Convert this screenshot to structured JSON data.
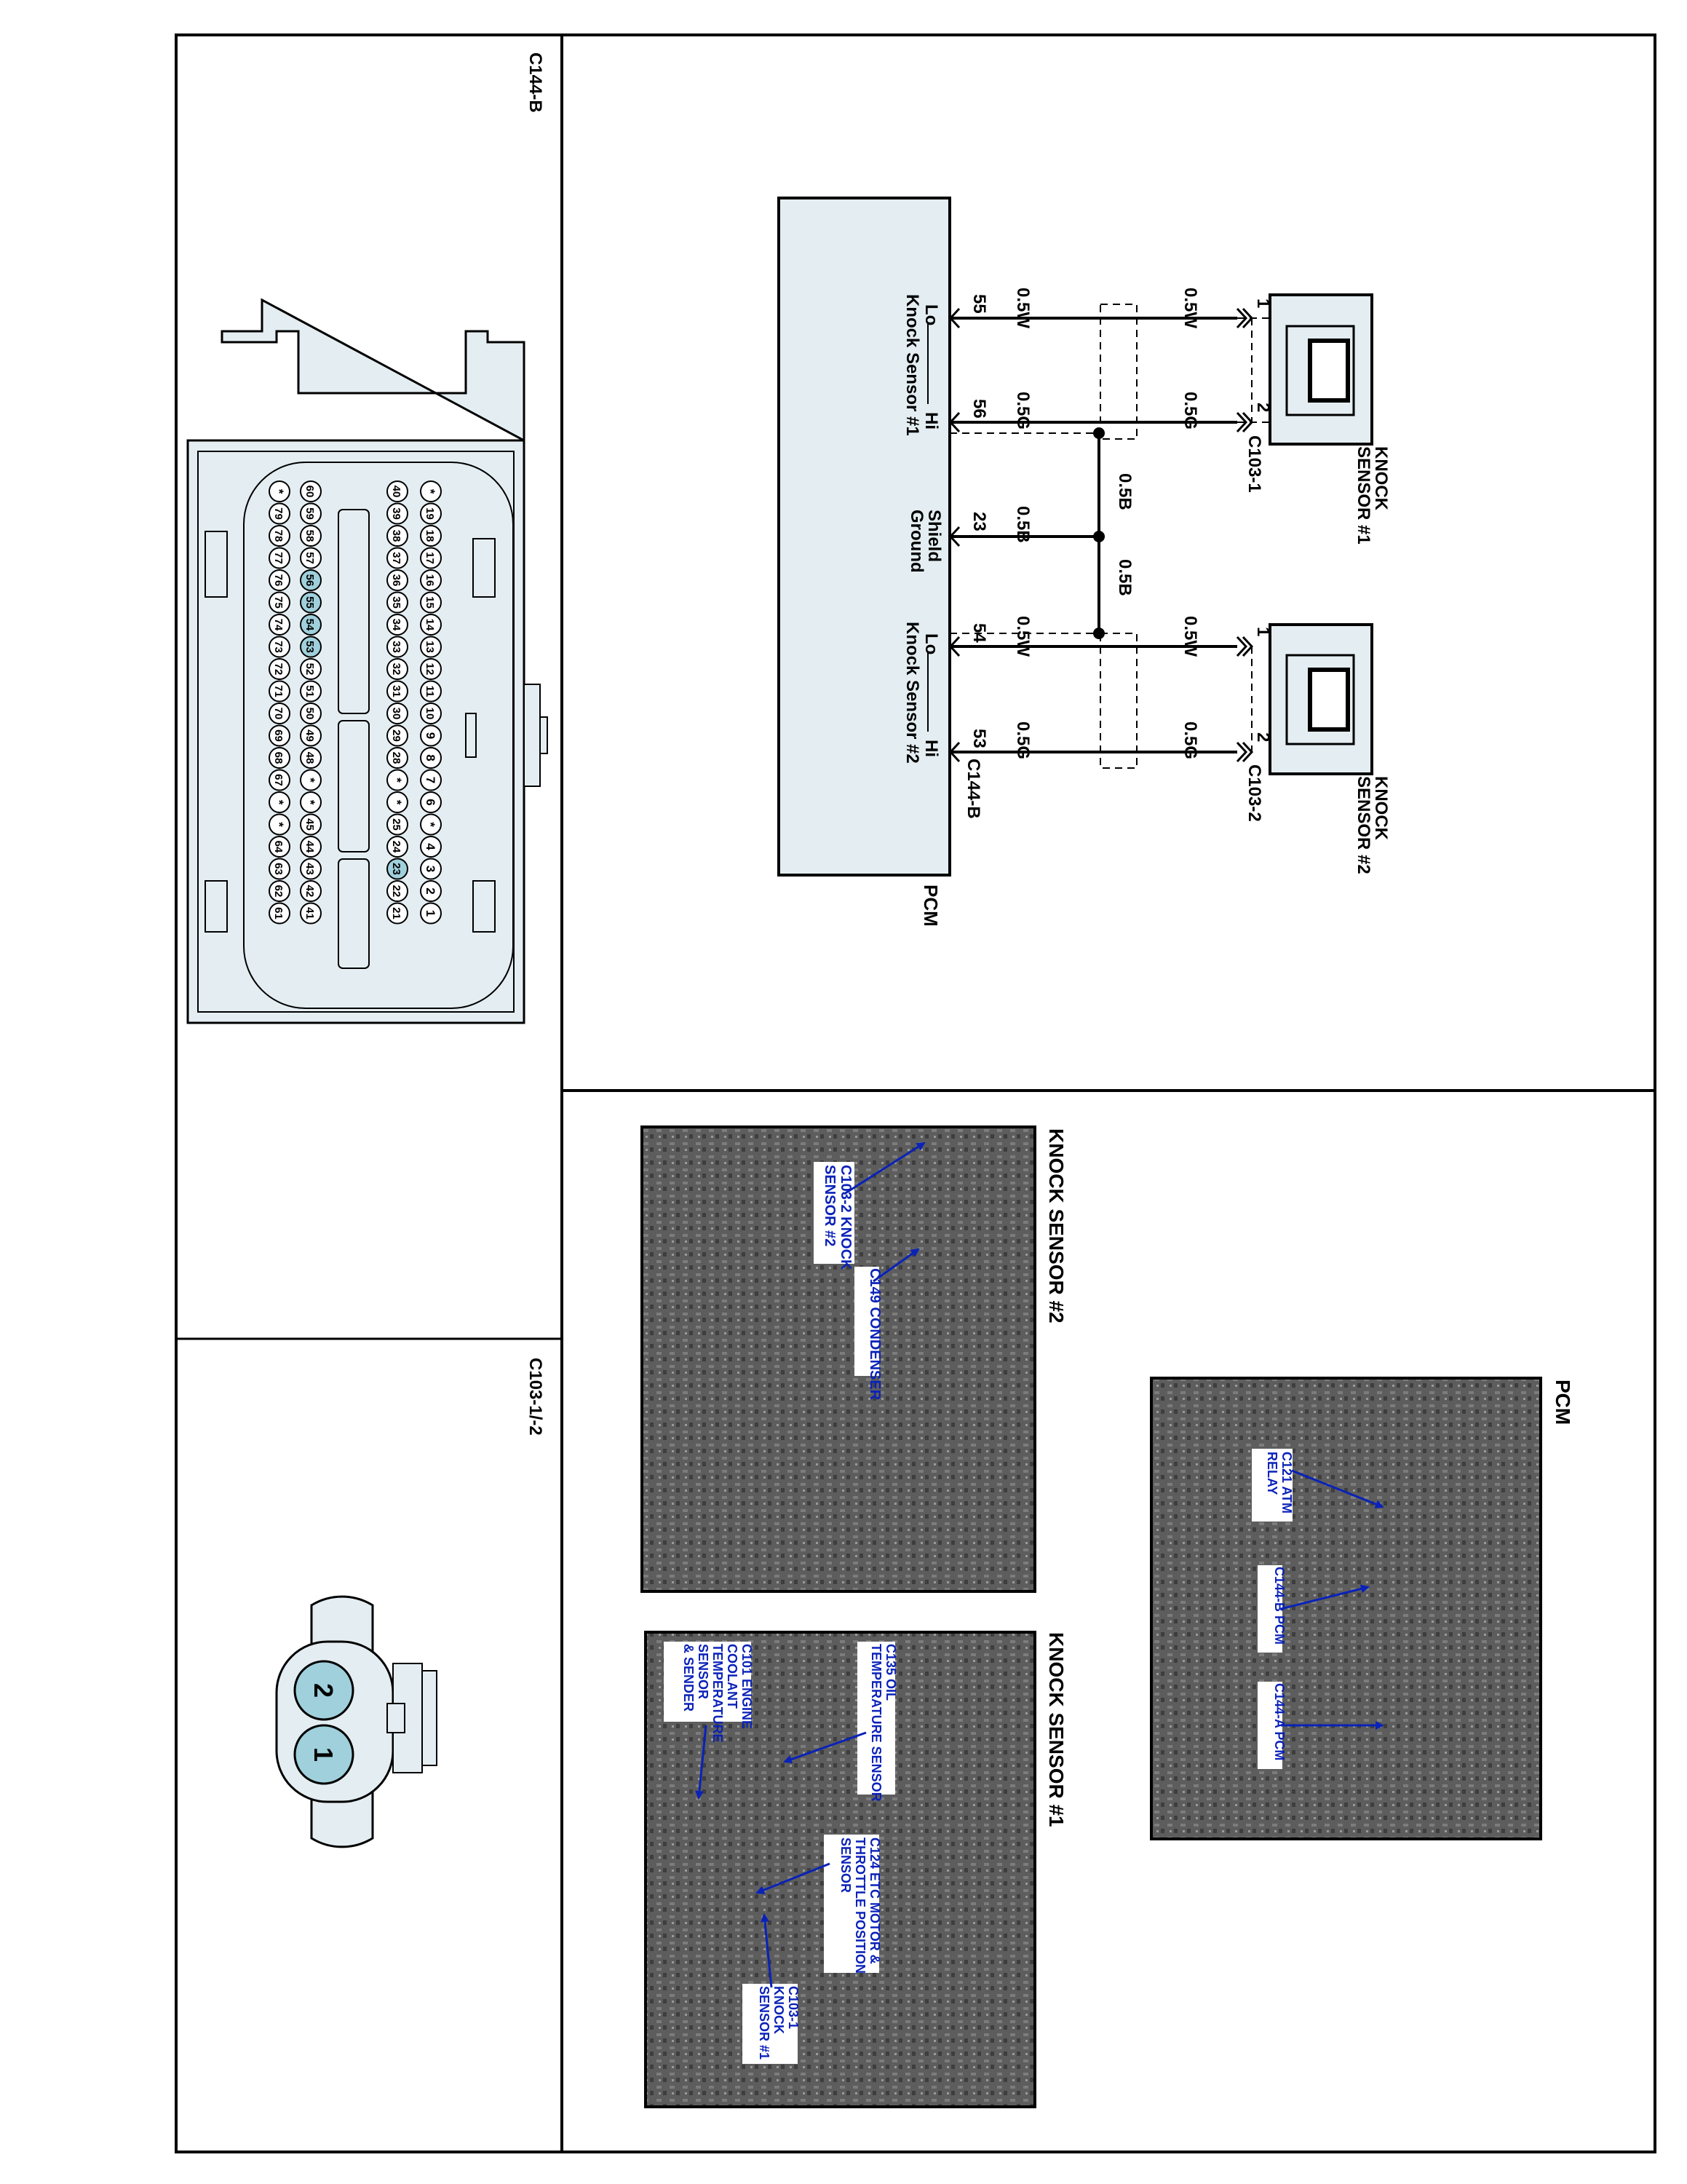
{
  "colors": {
    "accent": "#0a22b8",
    "connector_fill": "#e4eef2",
    "pin_highlight": "#9fd0dc",
    "photo_bg": "#6a6a6a"
  },
  "connectors": {
    "c144b": {
      "title": "C144-B",
      "row1": [
        "*",
        "19",
        "18",
        "17",
        "16",
        "15",
        "14",
        "13",
        "12",
        "11",
        "10",
        "9",
        "8",
        "7",
        "6",
        "*",
        "4",
        "3",
        "2",
        "1"
      ],
      "row2": [
        "40",
        "39",
        "38",
        "37",
        "36",
        "35",
        "34",
        "33",
        "32",
        "31",
        "30",
        "29",
        "28",
        "*",
        "*",
        "25",
        "24",
        "23",
        "22",
        "21"
      ],
      "row3": [
        "60",
        "59",
        "58",
        "57",
        "56",
        "55",
        "54",
        "53",
        "52",
        "51",
        "50",
        "49",
        "48",
        "*",
        "*",
        "45",
        "44",
        "43",
        "42",
        "41"
      ],
      "row4": [
        "*",
        "79",
        "78",
        "77",
        "76",
        "75",
        "74",
        "73",
        "72",
        "71",
        "70",
        "69",
        "68",
        "67",
        "*",
        "*",
        "64",
        "63",
        "62",
        "61"
      ],
      "highlighted_pins": [
        "23",
        "53",
        "54",
        "55",
        "56"
      ]
    },
    "c103": {
      "title": "C103-1/-2",
      "pins": [
        "2",
        "1"
      ]
    }
  },
  "schematic": {
    "sensor1": {
      "line1": "KNOCK",
      "line2": "SENSOR #1",
      "connector": "C103-1"
    },
    "sensor2": {
      "line1": "KNOCK",
      "line2": "SENSOR #2",
      "connector": "C103-2"
    },
    "pcm": {
      "label": "PCM",
      "connector": "C144-B"
    },
    "pin_nums": {
      "s1_lo": "55",
      "s1_hi": "56",
      "shield": "23",
      "s2_lo": "54",
      "s2_hi": "53",
      "sensor_pin1": "1",
      "sensor_pin2": "2"
    },
    "pin_labels": {
      "lo": "Lo",
      "hi": "Hi",
      "shield1": "Shield",
      "shield2": "Ground",
      "ks1": "Knock Sensor #1",
      "ks2": "Knock Sensor #2"
    },
    "wires": {
      "white": "0.5W",
      "green": "0.5G",
      "black": "0.5B"
    }
  },
  "photos": {
    "ks2": {
      "title": "KNOCK SENSOR #2",
      "callout1_line1": "C103-2 KNOCK",
      "callout1_line2": "SENSOR #2",
      "callout2": "C149 CONDENSER"
    },
    "ks1": {
      "title": "KNOCK SENSOR #1",
      "c101": [
        "C101 ENGINE",
        "COOLANT",
        "TEMPERATURE",
        "SENSOR",
        "& SENDER"
      ],
      "c135": [
        "C135 OIL",
        "TEMPERATURE SENSOR"
      ],
      "c124": [
        "C124 ETC MOTOR &",
        "THROTTLE POSITION",
        "SENSOR"
      ],
      "c103": [
        "C103-1",
        "KNOCK",
        "SENSOR #1"
      ]
    },
    "pcm": {
      "title": "PCM",
      "c121": [
        "C121 ATM",
        "RELAY"
      ],
      "c144b": "C144-B PCM",
      "c144a": "C144-A PCM"
    }
  }
}
